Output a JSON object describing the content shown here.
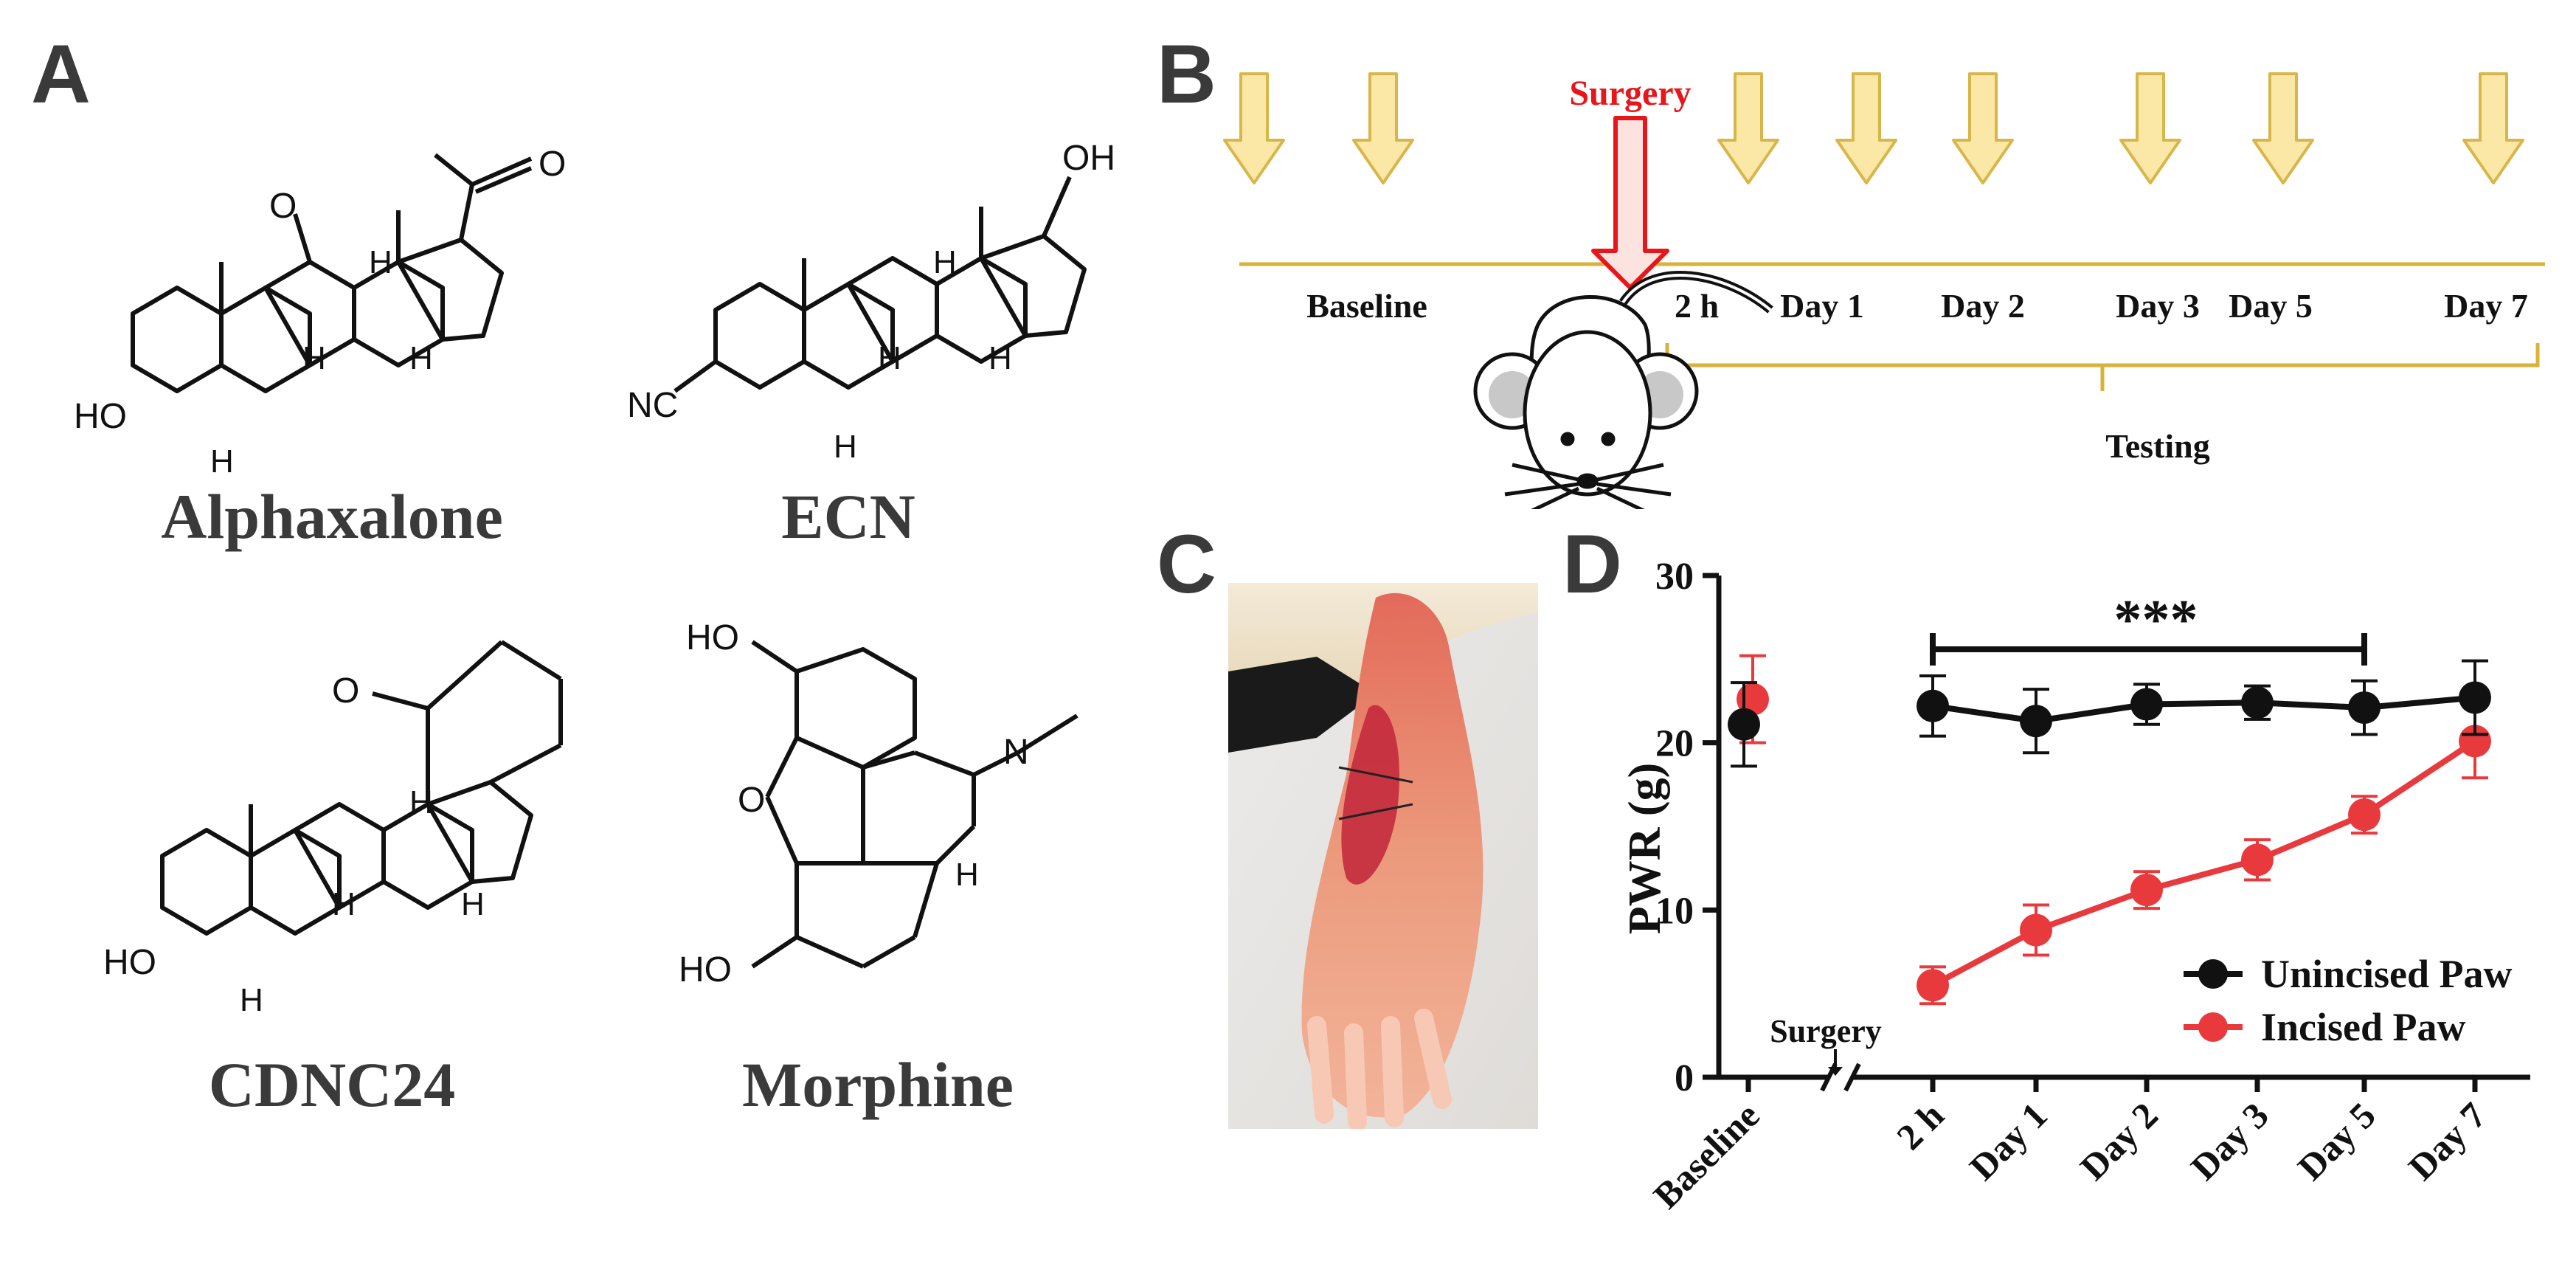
{
  "panels": {
    "a": "A",
    "b": "B",
    "c": "C",
    "d": "D"
  },
  "molecules": [
    {
      "name": "Alphaxalone",
      "atoms": [
        "O",
        "O",
        "H",
        "H",
        "H",
        "HO",
        "H"
      ]
    },
    {
      "name": "ECN",
      "atoms": [
        "OH",
        "H",
        "H",
        "H",
        "NC",
        "H"
      ]
    },
    {
      "name": "CDNC24",
      "atoms": [
        "O",
        "H",
        "H",
        "H",
        "HO",
        "H"
      ]
    },
    {
      "name": "Morphine",
      "atoms": [
        "HO",
        "O",
        "N",
        "H",
        "HO"
      ]
    }
  ],
  "timeline": {
    "surgery_label": "Surgery",
    "timepoints": [
      "Baseline",
      "2 h",
      "Day 1",
      "Day 2",
      "Day 3",
      "Day 5",
      "Day 7"
    ],
    "testing_label": "Testing",
    "colors": {
      "arrow_fill": "#fbe8a6",
      "arrow_stroke": "#d8b64a",
      "line": "#d9b23a",
      "surgery": "#e8161b",
      "surgery_fill": "#fde3e0"
    }
  },
  "chart_data": {
    "type": "line",
    "categories": [
      "Baseline",
      "2 h",
      "Day 1",
      "Day 2",
      "Day 3",
      "Day 5",
      "Day 7"
    ],
    "ylabel": "PWR (g)",
    "ylim": [
      0,
      30
    ],
    "yticks": [
      "0",
      "10",
      "20",
      "30"
    ],
    "series": [
      {
        "name": "Unincised Paw",
        "color": "#111111",
        "values": [
          21.1,
          22.2,
          21.3,
          22.3,
          22.4,
          22.1,
          22.7
        ],
        "errors": [
          2.5,
          1.8,
          1.9,
          1.2,
          1.0,
          1.6,
          2.2
        ]
      },
      {
        "name": "Incised Paw",
        "color": "#e8393d",
        "values": [
          22.6,
          5.5,
          8.8,
          11.2,
          13.0,
          15.7,
          20.1
        ],
        "errors": [
          2.6,
          1.1,
          1.5,
          1.1,
          1.2,
          1.1,
          2.2
        ]
      }
    ],
    "significance": "***",
    "surgery_annotation": "Surgery",
    "legend_position": "bottom-right"
  }
}
